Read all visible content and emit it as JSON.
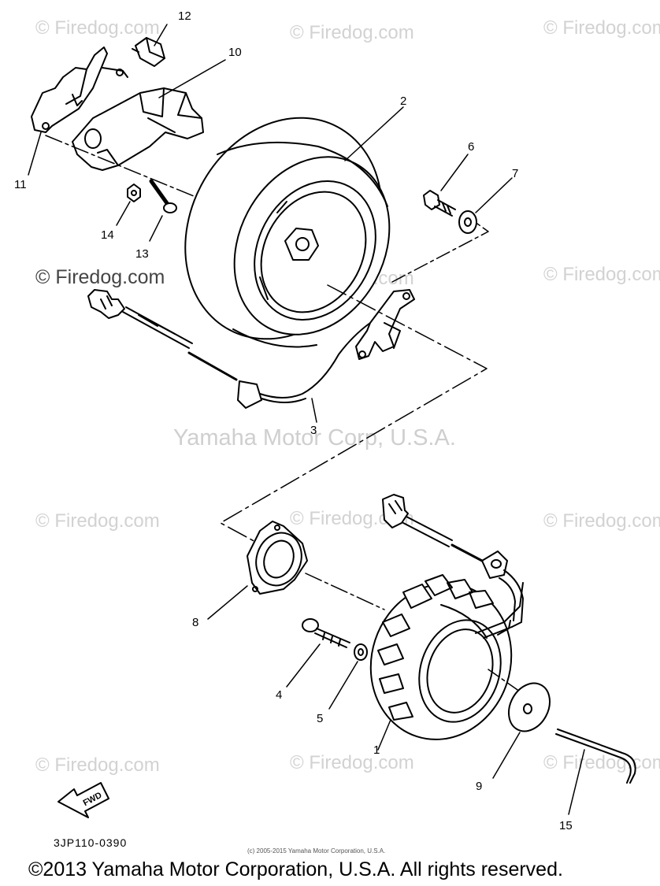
{
  "watermarks": {
    "firedog": "© Firedog.com",
    "center": "Yamaha Motor Corp, U.S.A."
  },
  "callouts": {
    "c1": "1",
    "c2": "2",
    "c3": "3",
    "c4": "4",
    "c5": "5",
    "c6": "6",
    "c7": "7",
    "c8": "8",
    "c9": "9",
    "c10": "10",
    "c11": "11",
    "c12": "12",
    "c13": "13",
    "c14": "14",
    "c15": "15"
  },
  "fwd_label": "FWD",
  "diagram_code": "3JP110-0390",
  "fine_print": "(c) 2005-2015 Yamaha Motor Corporation, U.S.A.",
  "copyright": "©2013 Yamaha Motor Corporation, U.S.A. All rights reserved."
}
